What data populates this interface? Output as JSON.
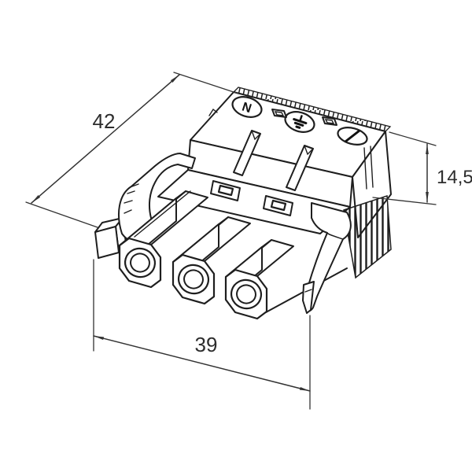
{
  "figure": {
    "title": "Technical line drawing of a 3-pole socket connector",
    "view": "isometric",
    "component": "socket connector with latching lever, release tab and strain-relief teeth",
    "socket_count": 3,
    "background_color": "#ffffff",
    "line_color": "#1e1e1e",
    "dimension_color": "#333333",
    "dimensions": {
      "depth": {
        "value": "42"
      },
      "height": {
        "value": "14,5"
      },
      "width": {
        "value": "39"
      }
    },
    "terminal_markings": {
      "neutral": "N",
      "earth": "earth-symbol",
      "line": "slotted-screw"
    }
  }
}
